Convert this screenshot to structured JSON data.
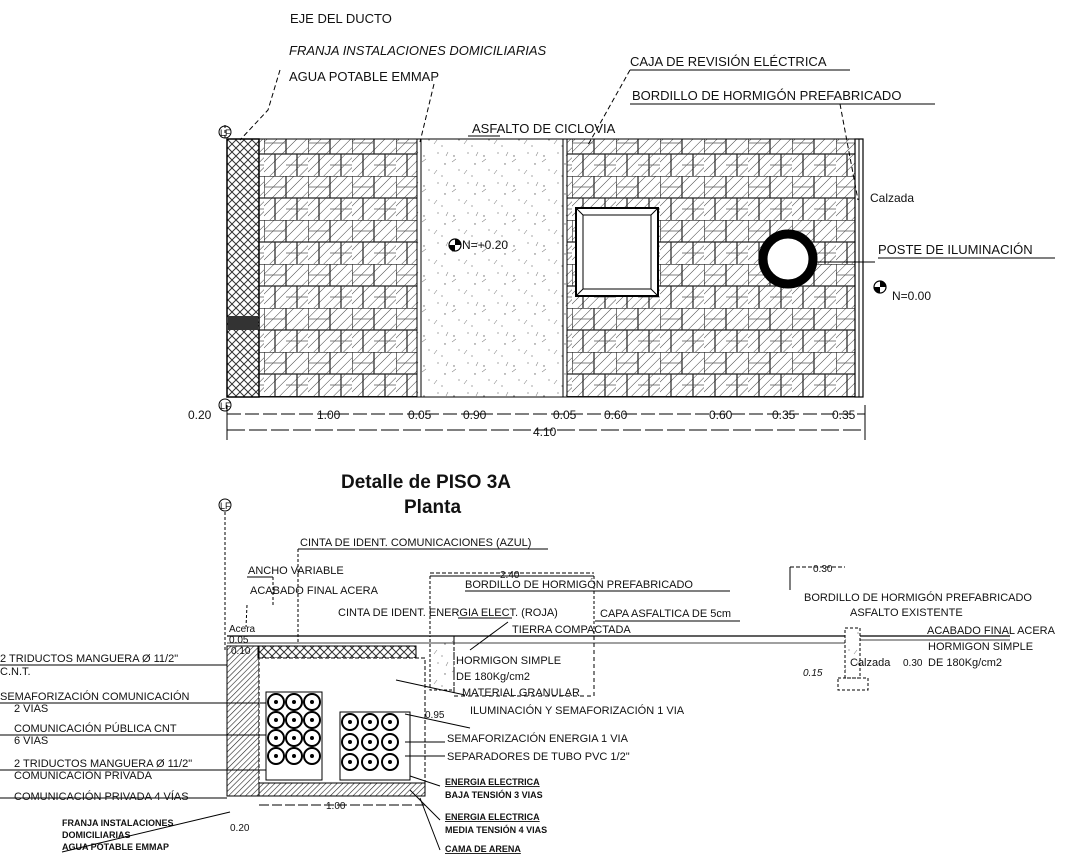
{
  "plan": {
    "labels": {
      "eje_ducto": "EJE DEL DUCTO",
      "franja_line1": "FRANJA INSTALACIONES DOMICILIARIAS",
      "franja_line2": "AGUA POTABLE EMMAP",
      "caja_revision": "CAJA DE REVISIÓN ELÉCTRICA",
      "bordillo": "BORDILLO DE HORMIGÓN PREFABRICADO",
      "asfalto_ciclovia": "ASFALTO DE CICLOVIA",
      "calzada": "Calzada",
      "poste": "POSTE DE ILUMINACIÓN",
      "nivel_ciclovia": "N=+0.20",
      "nivel_calzada": "N=0.00",
      "lf_top": "LF",
      "lf_bottom": "LF",
      "lf_section": "LF"
    },
    "dimensions": {
      "d_020": "0.20",
      "d_100": "1.00",
      "d_005a": "0.05",
      "d_090": "0.90",
      "d_005b": "0.05",
      "d_060a": "0.60",
      "d_060b": "0.60",
      "d_035a": "0.35",
      "d_035b": "0.35",
      "total": "4.10"
    }
  },
  "titles": {
    "main": "Detalle de PISO 3A",
    "sub": "Planta"
  },
  "section": {
    "labels": {
      "cinta_com": "CINTA DE IDENT. COMUNICACIONES (AZUL)",
      "ancho_variable": "ANCHO VARIABLE",
      "acabado_final": "ACABADO FINAL  ACERA",
      "cinta_energia": "CINTA DE IDENT. ENERGIA ELECT. (ROJA)",
      "bordillo": "BORDILLO DE HORMIGÓN PREFABRICADO",
      "capa_asfaltica": "CAPA ASFALTICA DE 5cm",
      "tierra": "TIERRA COMPACTADA",
      "hormigon_1": "HORMIGON SIMPLE",
      "hormigon_2": "DE 180Kg/cm2",
      "material_granular": "MATERIAL GRANULAR",
      "iluminacion": "ILUMINACIÓN Y SEMAFORIZACIÓN 1 VIA",
      "semaf_energia": "SEMAFORIZACIÓN ENERGIA 1 VIA",
      "separadores": "SEPARADORES DE TUBO PVC 1/2\"",
      "energia_baja_1": "ENERGIA ELECTRICA",
      "energia_baja_2": "BAJA TENSIÓN 3 VIAS",
      "energia_media_1": "ENERGIA ELECTRICA",
      "energia_media_2": "MEDIA TENSIÓN 4 VIAS",
      "cama_arena": "CAMA DE ARENA",
      "acera": "Acera",
      "left_1a": "2 TRIDUCTOS MANGUERA Ø 11/2\"",
      "left_1b": "C.N.T.",
      "left_2a": "SEMAFORIZACIÓN COMUNICACIÓN",
      "left_2b": "2 VIAS",
      "left_3a": "COMUNICACIÓN PÚBLICA CNT",
      "left_3b": "6 VIAS",
      "left_4a": "2 TRIDUCTOS MANGUERA Ø 11/2\"",
      "left_4b": "COMUNICACIÓN PRIVADA",
      "left_5": "COMUNICACIÓN PRIVADA 4 VÍAS",
      "franja_1": "FRANJA INSTALACIONES",
      "franja_2": "DOMICILIARIAS",
      "franja_3": "AGUA POTABLE EMMAP",
      "right_bordillo": "BORDILLO DE HORMIGÓN PREFABRICADO",
      "right_asfalto": "ASFALTO EXISTENTE",
      "right_acabado": "ACABADO FINAL  ACERA",
      "right_hormigon_1": "HORMIGON SIMPLE",
      "right_hormigon_2": "DE 180Kg/cm2",
      "right_calzada": "Calzada"
    },
    "dimensions": {
      "d_005": "0.05",
      "d_010": "0.10",
      "d_240": "2.40",
      "d_095": "0.95",
      "d_100": "1.00",
      "d_020": "0.20",
      "d_030": "0.30",
      "d_015": "0.15",
      "d_030b": "0.30"
    }
  }
}
